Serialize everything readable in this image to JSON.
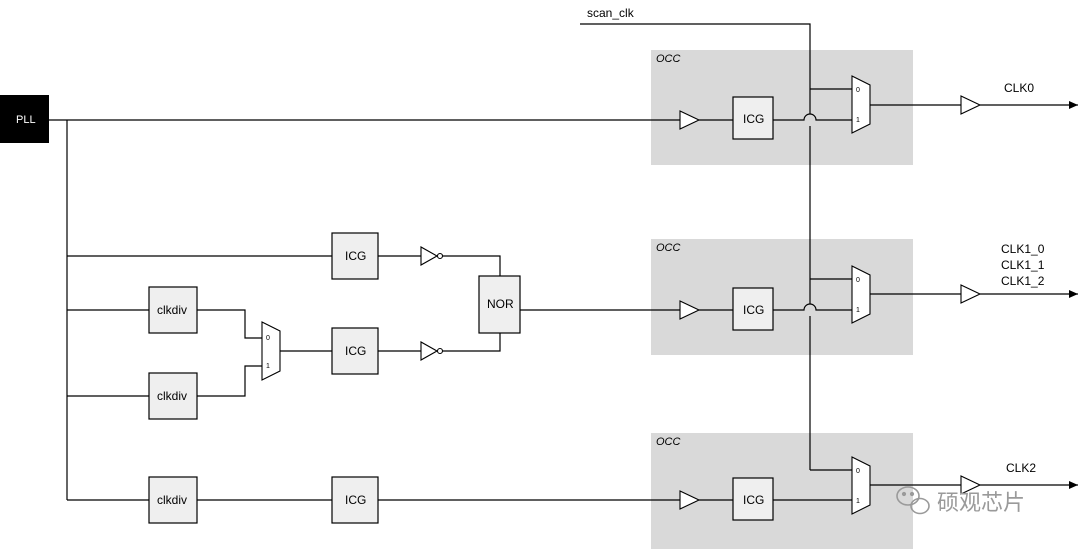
{
  "pll": {
    "label": "PLL"
  },
  "scan_clk": {
    "label": "scan_clk"
  },
  "occ_label": "OCC",
  "icg_label": "ICG",
  "clkdiv_label": "clkdiv",
  "nor_label": "NOR",
  "mux_in0": "0",
  "mux_in1": "1",
  "outputs": {
    "clk0": "CLK0",
    "clk1_0": "CLK1_0",
    "clk1_1": "CLK1_1",
    "clk1_2": "CLK1_2",
    "clk2": "CLK2"
  },
  "watermark": {
    "text": "硕观芯片",
    "icon": "wechat-icon"
  },
  "colors": {
    "occ_fill": "#d9d9d9",
    "block_fill": "#efefef",
    "pll_fill": "#000000"
  }
}
